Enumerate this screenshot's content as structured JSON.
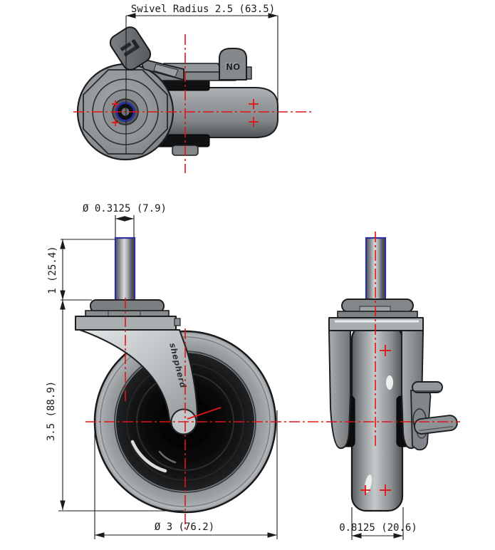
{
  "drawing": {
    "dims": {
      "swivel_radius": "Swivel Radius 2.5 (63.5)",
      "stem_diameter": "Ø 0.3125 (7.9)",
      "stem_length": "1 (25.4)",
      "overall_height": "3.5 (88.9)",
      "wheel_diameter": "Ø 3 (76.2)",
      "wheel_width": "0.8125 (20.6)"
    },
    "labels": {
      "brand": "shepherd",
      "brake_tab": "NO"
    },
    "colors": {
      "centerline_red": "#e11414",
      "stem_blue": "#2b309f",
      "body_gray": "#8d9194",
      "fork_gray": "#b3b8ba",
      "hub_black": "#0c0c0d",
      "dimension_black": "#1a1a1a",
      "background": "#ffffff"
    }
  }
}
